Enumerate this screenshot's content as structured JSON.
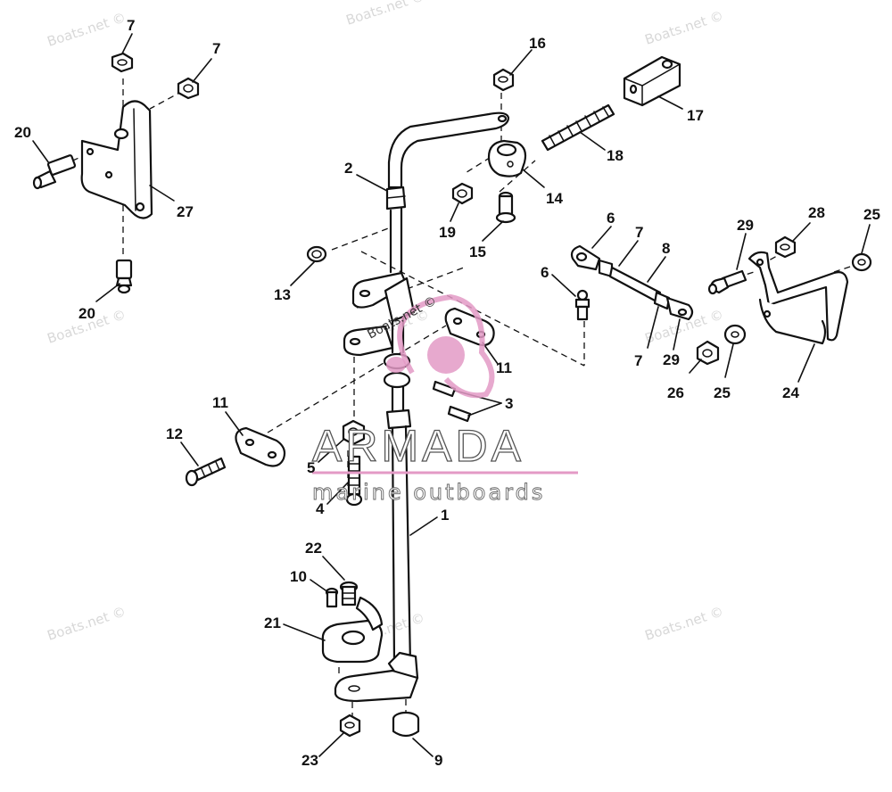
{
  "watermarks": [
    "Boats.net ©",
    "Boats.net ©",
    "Boats.net ©",
    "Boats.net ©",
    "Boats.net ©",
    "Boats.net ©",
    "Boats.net ©",
    "Boats.net ©",
    "Boats.net ©"
  ],
  "logo": {
    "brand": "ARMADA",
    "tagline": "marine outboards",
    "site": "Boats.net ©",
    "accent_color": "#e39ac6"
  },
  "callouts": {
    "c7a": "7",
    "c7b": "7",
    "c20a": "20",
    "c27": "27",
    "c20b": "20",
    "c16": "16",
    "c17": "17",
    "c18": "18",
    "c2": "2",
    "c14": "14",
    "c19": "19",
    "c15": "15",
    "c13": "13",
    "c6a": "6",
    "c7c": "7",
    "c8": "8",
    "c28": "28",
    "c25a": "25",
    "c29a": "29",
    "c6b": "6",
    "c7d": "7",
    "c29b": "29",
    "c26": "26",
    "c25b": "25",
    "c24": "24",
    "c11a": "11",
    "c3": "3",
    "c11b": "11",
    "c12": "12",
    "c5": "5",
    "c4": "4",
    "c1": "1",
    "c22": "22",
    "c10": "10",
    "c21": "21",
    "c23": "23",
    "c9": "9"
  }
}
